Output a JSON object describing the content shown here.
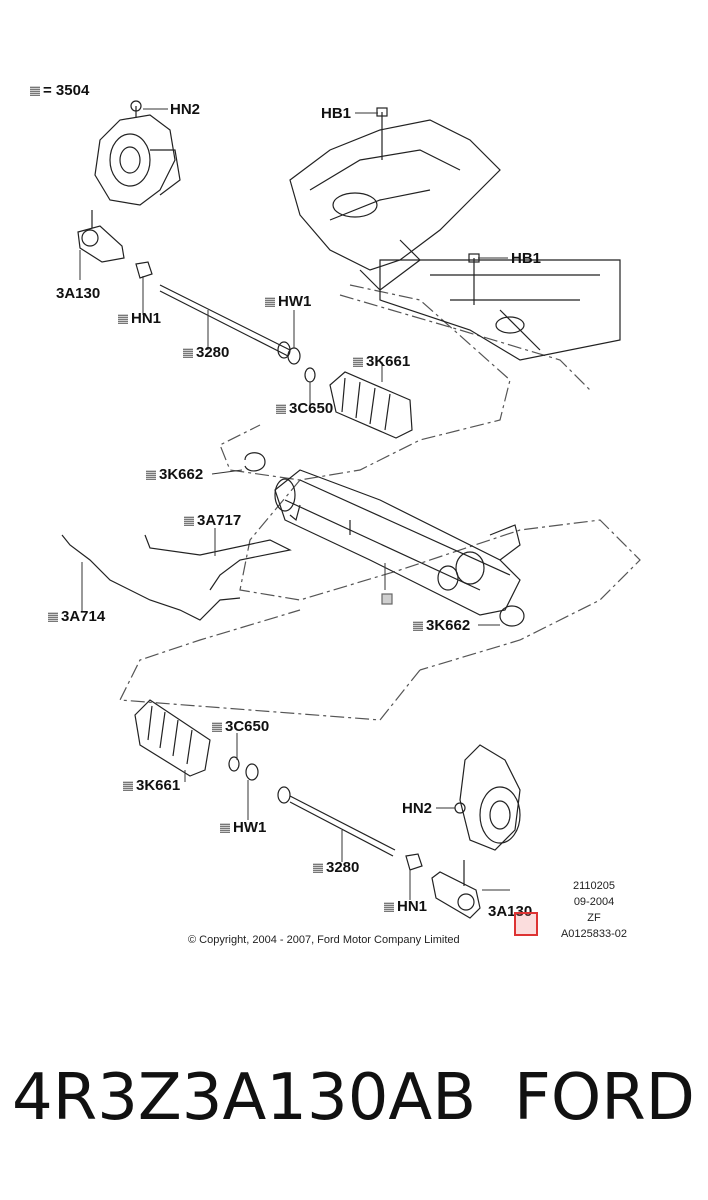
{
  "legend": {
    "equals": "= 3504"
  },
  "callouts": {
    "hn2_top": "HN2",
    "hb1_top": "HB1",
    "hb1_mid": "HB1",
    "a130_left": "3A130",
    "hn1_left": "HN1",
    "hw1_left": "HW1",
    "r3280_left": "3280",
    "k661_left": "3K661",
    "c650_left": "3C650",
    "k662_left": "3K662",
    "a717": "3A717",
    "a714": "3A714",
    "k662_right": "3K662",
    "c650_right": "3C650",
    "k661_right": "3K661",
    "hw1_right": "HW1",
    "r3280_right": "3280",
    "hn2_right": "HN2",
    "hn1_right": "HN1",
    "a130_right": "3A130"
  },
  "meta": {
    "code": "2110205",
    "date": "09-2004",
    "initials": "ZF",
    "ref": "A0125833-02"
  },
  "copyright": "© Copyright, 2004 - 2007, Ford Motor Company Limited",
  "footer": {
    "part_number": "4R3Z3A130AB",
    "brand": "FORD"
  }
}
